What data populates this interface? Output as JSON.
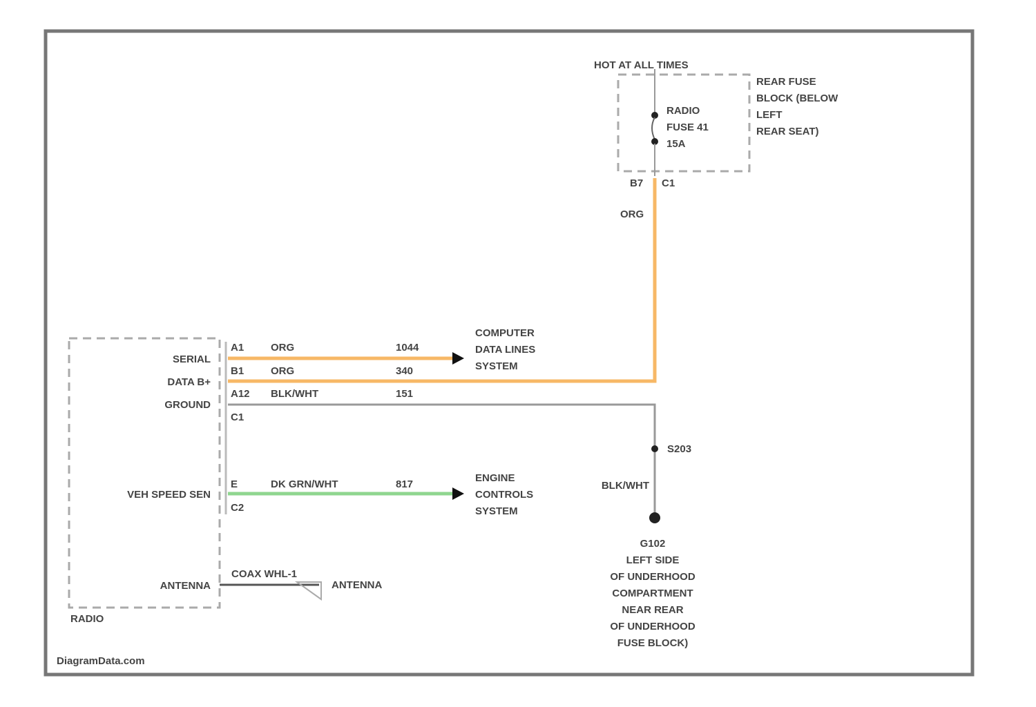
{
  "colors": {
    "org_wire": "#f7b866",
    "ground_wire": "#999999",
    "green_wire": "#8fd68f",
    "frame": "#777777"
  },
  "fuse_block": {
    "power_label": "HOT AT ALL TIMES",
    "location": [
      "REAR FUSE",
      "BLOCK (BELOW",
      "LEFT",
      "REAR SEAT)"
    ],
    "fuse": [
      "RADIO",
      "FUSE 41",
      "15A"
    ],
    "pin": "B7",
    "connector": "C1",
    "wire_color": "ORG"
  },
  "radio": {
    "name": "RADIO",
    "pins": [
      {
        "label": "SERIAL",
        "pin": "A1",
        "wire": "ORG",
        "circuit": "1044"
      },
      {
        "label": "DATA B+",
        "pin": "B1",
        "wire": "ORG",
        "circuit": "340"
      },
      {
        "label": "GROUND",
        "pin": "A12",
        "wire": "BLK/WHT",
        "circuit": "151"
      },
      {
        "label": "VEH SPEED SEN",
        "pin": "E",
        "wire": "DK GRN/WHT",
        "circuit": "817"
      }
    ],
    "connector_c1": "C1",
    "connector_c2": "C2",
    "antenna_label": "ANTENNA"
  },
  "destinations": {
    "data_lines": [
      "COMPUTER",
      "DATA LINES",
      "SYSTEM"
    ],
    "engine": [
      "ENGINE",
      "CONTROLS",
      "SYSTEM"
    ]
  },
  "ground": {
    "splice": "S203",
    "wire": "BLK/WHT",
    "location": [
      "G102",
      "LEFT SIDE",
      "OF UNDERHOOD",
      "COMPARTMENT",
      "NEAR REAR",
      "OF UNDERHOOD",
      "FUSE BLOCK)"
    ]
  },
  "antenna": {
    "cable": "COAX WHL-1",
    "label": "ANTENNA"
  },
  "watermark": "DiagramData.com"
}
